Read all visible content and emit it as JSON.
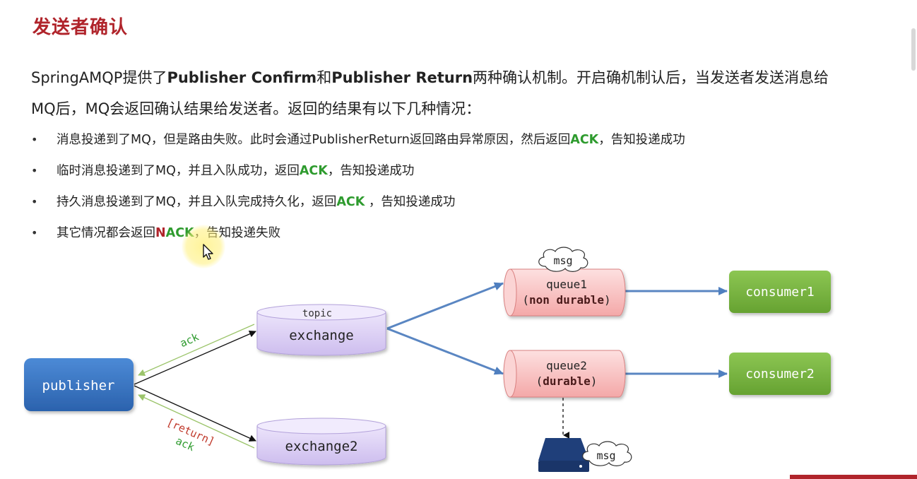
{
  "title": "发送者确认",
  "intro": {
    "p1": "SpringAMQP提供了",
    "b1": "Publisher Confirm",
    "p2": "和",
    "b2": "Publisher Return",
    "p3": "两种确认机制。开启确机制认后，当发送者发送消息给",
    "p4": "MQ后，MQ会返回确认结果给发送者。返回的结果有以下几种情况："
  },
  "bullets": [
    {
      "pre": "消息投递到了MQ，但是路由失败。此时会通过PublisherReturn返回路由异常原因，然后返回",
      "kw": "ACK",
      "post": "，告知投递成功"
    },
    {
      "pre": "临时消息投递到了MQ，并且入队成功，返回",
      "kw": "ACK",
      "post": "，告知投递成功"
    },
    {
      "pre": "持久消息投递到了MQ，并且入队完成持久化，返回",
      "kw": "ACK",
      "post": " ，告知投递成功"
    },
    {
      "pre": "其它情况都会返回",
      "kw_n": "N",
      "kw": "ACK",
      "post": "，告知投递失败"
    }
  ],
  "diagram": {
    "publisher": "publisher",
    "exchange1_tag": "topic",
    "exchange1": "exchange",
    "exchange2": "exchange2",
    "queue1_line1": "queue1",
    "queue1_line2_open": "(",
    "queue1_line2_bold": "non durable",
    "queue1_line2_close": ")",
    "queue2_line1": "queue2",
    "queue2_line2_open": "(",
    "queue2_line2_bold": "durable",
    "queue2_line2_close": ")",
    "consumer1": "consumer1",
    "consumer2": "consumer2",
    "msg_cloud_1": "msg",
    "msg_cloud_2": "msg",
    "ack_top": "ack",
    "return_label": "[return]",
    "ack_bottom": "ack",
    "colors": {
      "title_red": "#b0242b",
      "ack_green": "#2e9b2e",
      "publisher_blue": "#3d79c7",
      "exchange_purple": "#d9cdf2",
      "queue_red": "#f6b8b8",
      "consumer_green": "#7ab640",
      "arrow_blue": "#5a86c2"
    }
  }
}
